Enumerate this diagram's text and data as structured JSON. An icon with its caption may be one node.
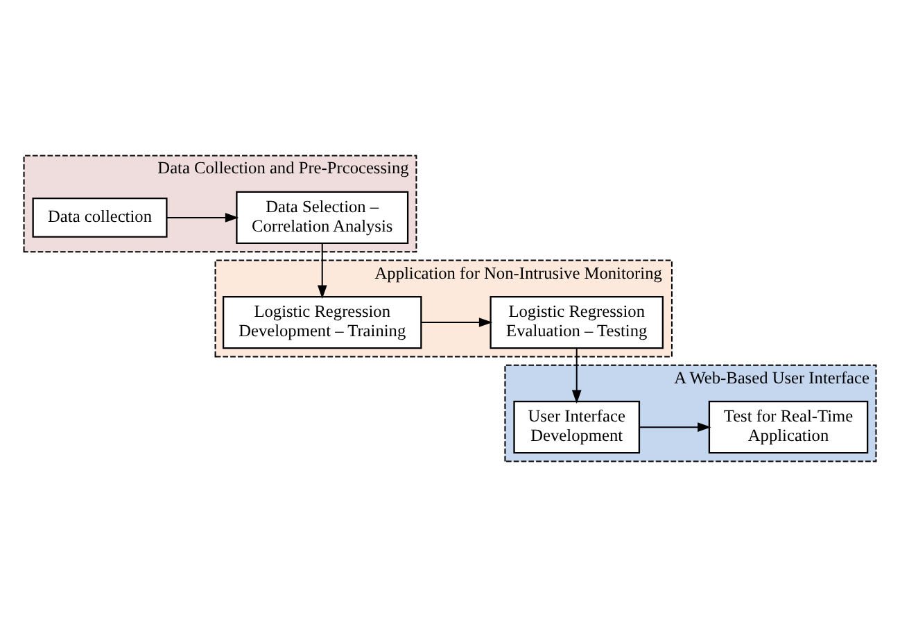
{
  "diagram": {
    "nodes": [
      {
        "text": [
          "Data Collection and Pre-Prcocessing"
        ]
      },
      {
        "text": [
          "Data collection"
        ],
        "in": 0
      },
      {
        "text": [
          "Data Selection – Correlation Analysis"
        ],
        "in": 0
      },
      {
        "text": [
          "Application for Non-Intrusive Monitoring"
        ]
      },
      {
        "text": [
          "Logistic Regression Development – Training"
        ],
        "in": 3
      },
      {
        "text": [
          "Logistic Regression Evaluation – Testing"
        ],
        "in": 3
      },
      {
        "text": [
          "A Web-Based User Interface"
        ]
      },
      {
        "text": [
          "User Interface Development"
        ],
        "in": 6
      },
      {
        "text": [
          "Test for Real-Time Application"
        ],
        "in": 6
      }
    ],
    "edges": [
      {
        "from": 1,
        "to": 2,
        "arrow": "to"
      },
      {
        "from": 2,
        "to": 4,
        "arrow": "to"
      },
      {
        "from": 4,
        "to": 5,
        "arrow": "to"
      },
      {
        "from": 5,
        "to": 7,
        "arrow": "to"
      },
      {
        "from": 7,
        "to": 8,
        "arrow": "to"
      }
    ]
  }
}
